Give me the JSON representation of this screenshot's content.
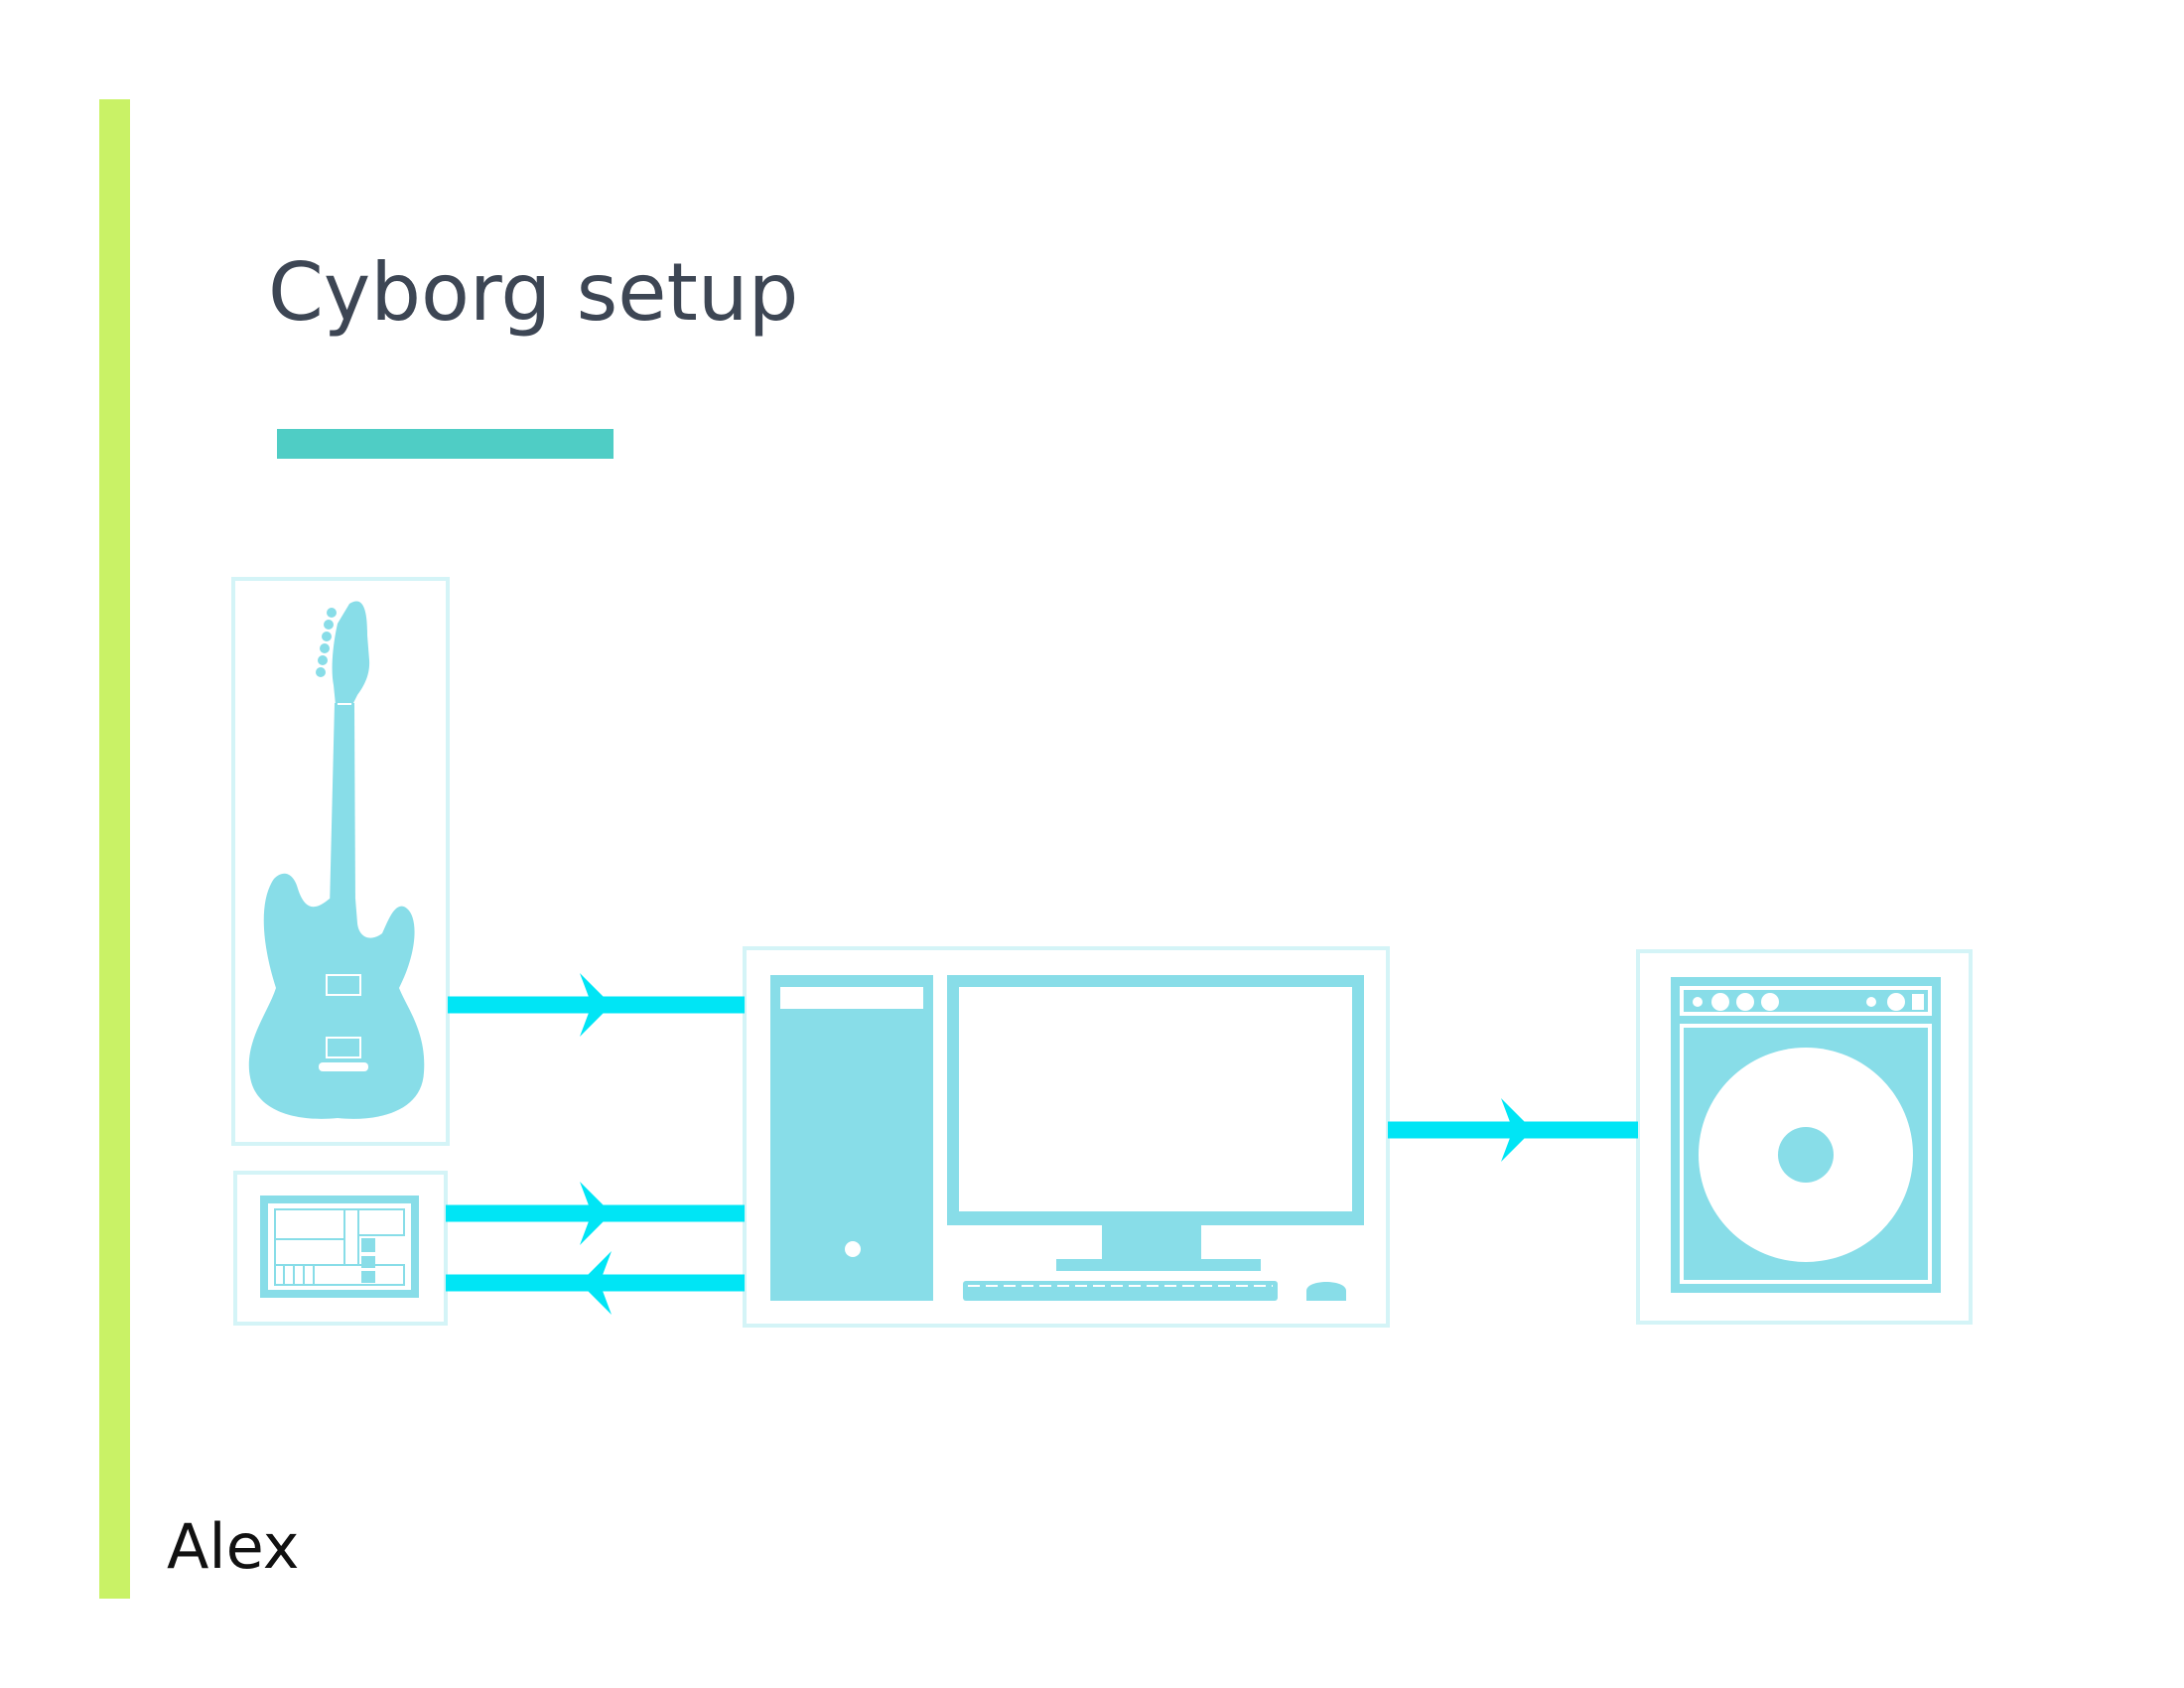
{
  "slide": {
    "title": "Cyborg setup",
    "author": "Alex"
  },
  "colors": {
    "accent_bar": "#c9f266",
    "title_underline": "#4fcdc5",
    "device": "#88dde8",
    "device_border": "#d4f4f7",
    "connector": "#00e5f5",
    "title_text": "#3d4654"
  },
  "diagram": {
    "nodes": [
      {
        "id": "guitar",
        "icon": "electric-guitar-icon"
      },
      {
        "id": "controller",
        "icon": "midi-controller-icon"
      },
      {
        "id": "computer",
        "icon": "desktop-computer-icon"
      },
      {
        "id": "amplifier",
        "icon": "guitar-amplifier-icon"
      }
    ],
    "edges": [
      {
        "from": "guitar",
        "to": "computer"
      },
      {
        "from": "controller",
        "to": "computer"
      },
      {
        "from": "computer",
        "to": "controller"
      },
      {
        "from": "computer",
        "to": "amplifier"
      }
    ]
  }
}
